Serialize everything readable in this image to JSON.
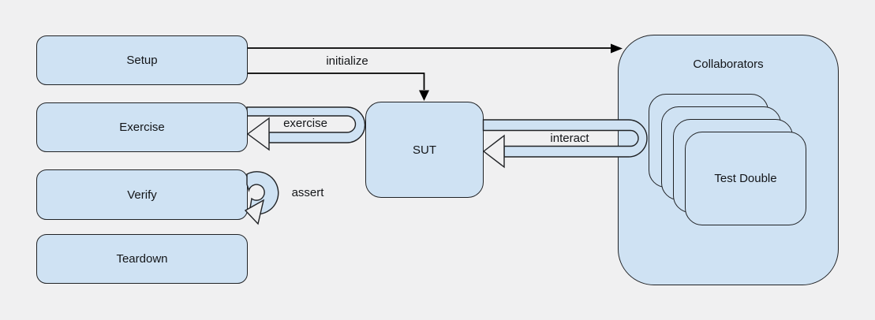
{
  "colors": {
    "background": "#f0f0f1",
    "node_fill": "#cfe2f3",
    "node_stroke": "#202225",
    "arrow_band_fill": "#cfe2f3",
    "plain_arrow_color": "#000000",
    "text": "#131518"
  },
  "nodes": {
    "setup": {
      "label": "Setup"
    },
    "exercise": {
      "label": "Exercise"
    },
    "verify": {
      "label": "Verify"
    },
    "teardown": {
      "label": "Teardown"
    },
    "sut": {
      "label": "SUT"
    },
    "collaborators": {
      "label": "Collaborators"
    },
    "test_double": {
      "label": "Test Double"
    }
  },
  "arrows": {
    "initialize": {
      "label": "initialize"
    },
    "exercise": {
      "label": "exercise"
    },
    "interact": {
      "label": "interact"
    },
    "assert": {
      "label": "assert"
    }
  }
}
